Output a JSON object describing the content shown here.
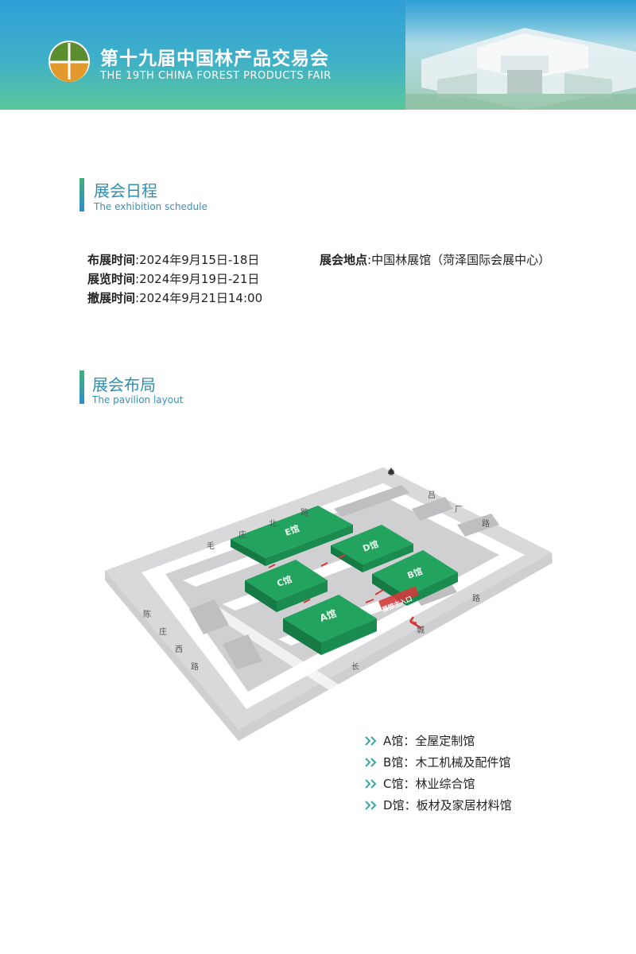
{
  "header": {
    "title_cn": "第十九届中国林产品交易会",
    "title_en": "THE 19TH CHINA FOREST PRODUCTS FAIR"
  },
  "schedule_section": {
    "title": "展会日程",
    "subtitle": "The exhibition schedule",
    "rows": [
      {
        "label": "布展时间",
        "value": "2024年9月15日-18日"
      },
      {
        "label": "展览时间",
        "value": "2024年9月19日-21日"
      },
      {
        "label": "撤展时间",
        "value": "2024年9月21日14:00"
      }
    ],
    "venue": {
      "label": "展会地点",
      "value": "中国林展馆（菏泽国际会展中心）"
    },
    "sep": ":"
  },
  "layout_section": {
    "title": "展会布局",
    "subtitle": "The pavilion layout"
  },
  "map": {
    "halls": {
      "A": "A馆",
      "B": "B馆",
      "C": "C馆",
      "D": "D馆",
      "E": "E馆"
    },
    "entrance": "展馆主入口",
    "roads": {
      "top": [
        "毛",
        "庄",
        "北",
        "路"
      ],
      "right": [
        "吕",
        "厂",
        "路"
      ],
      "bottom": [
        "长",
        "城",
        "路"
      ],
      "left": [
        "陈",
        "庄",
        "西",
        "路"
      ]
    },
    "compass": "N"
  },
  "legend": [
    {
      "hall": "A馆",
      "desc": "全屋定制馆"
    },
    {
      "hall": "B馆",
      "desc": "木工机械及配件馆"
    },
    {
      "hall": "C馆",
      "desc": "林业综合馆"
    },
    {
      "hall": "D馆",
      "desc": "板材及家居材料馆"
    }
  ],
  "colors": {
    "accent": "#2f8fb0",
    "hall_green": "#1f9a57",
    "arrow_red": "#d23a3a",
    "chevron": "#3aa7a0"
  }
}
